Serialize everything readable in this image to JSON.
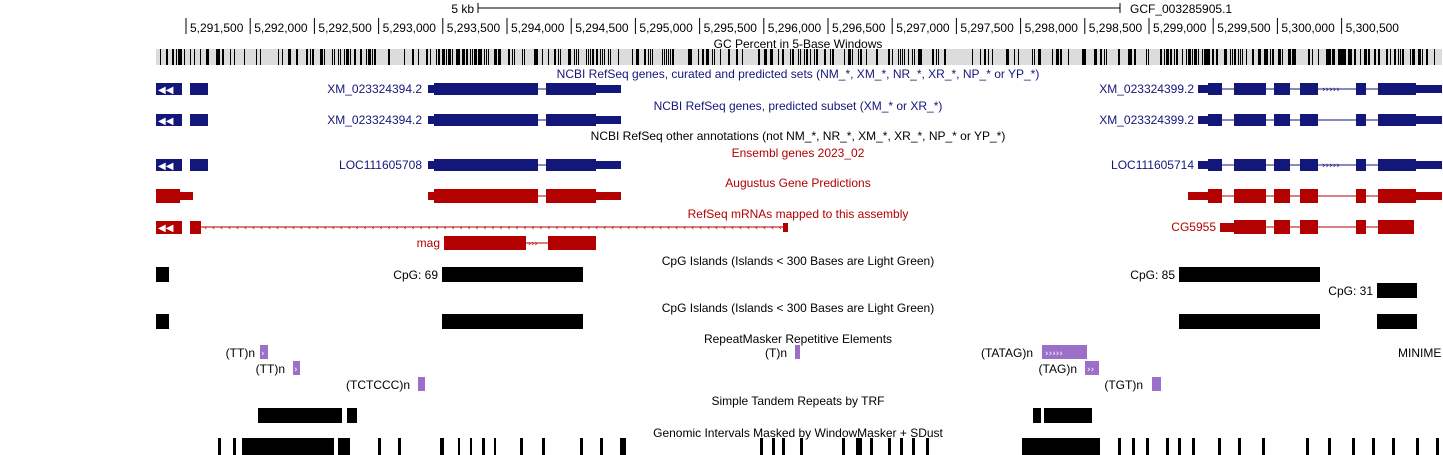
{
  "scale_bar": {
    "label": "5 kb",
    "assembly": "GCF_003285905.1"
  },
  "ruler_ticks": [
    "5,291,500",
    "5,292,000",
    "5,292,500",
    "5,293,000",
    "5,293,500",
    "5,294,000",
    "5,294,500",
    "5,295,000",
    "5,295,500",
    "5,296,000",
    "5,296,500",
    "5,297,000",
    "5,297,500",
    "5,298,000",
    "5,298,500",
    "5,299,000",
    "5,299,500",
    "5,300,000",
    "5,300,500"
  ],
  "tracks": {
    "gc": "GC Percent in 5-Base Windows",
    "ncbi_curated": "NCBI RefSeq genes, curated and predicted sets (NM_*, XM_*, NR_*, XR_*, NP_* or YP_*)",
    "ncbi_predicted": "NCBI RefSeq genes, predicted subset (XM_* or XR_*)",
    "ncbi_other": "NCBI RefSeq other annotations (not NM_*, NR_*, XM_*, XR_*, NP_* or YP_*)",
    "ensembl": "Ensembl genes 2023_02",
    "augustus": "Augustus Gene Predictions",
    "refseq_mrna": "RefSeq mRNAs mapped to this assembly",
    "cpg1": "CpG Islands (Islands < 300 Bases are Light Green)",
    "cpg2": "CpG Islands (Islands < 300 Bases are Light Green)",
    "repeatmasker": "RepeatMasker Repetitive Elements",
    "trf": "Simple Tandem Repeats by TRF",
    "windowmasker": "Genomic Intervals Masked by WindowMasker + SDust"
  },
  "gene_labels": {
    "xm1_a": "XM_023324394.2",
    "xm2_a": "XM_023324399.2",
    "xm1_b": "XM_023324394.2",
    "xm2_b": "XM_023324399.2",
    "loc1": "LOC111605708",
    "loc2": "LOC111605714",
    "mag": "mag",
    "cg": "CG5955",
    "cpg69": "CpG: 69",
    "cpg85": "CpG: 85",
    "cpg31": "CpG: 31"
  },
  "repeat_labels": {
    "tt1": "(TT)n",
    "tt2": "(TT)n",
    "tctccc": "(TCTCCC)n",
    "t": "(T)n",
    "tatag": "(TATAG)n",
    "tag": "(TAG)n",
    "tgt": "(TGT)n",
    "minime": "MINIME"
  },
  "colors": {
    "ncbi": "#14177a",
    "red": "#b30000",
    "purple": "#9c6fc9",
    "black": "#000000"
  }
}
